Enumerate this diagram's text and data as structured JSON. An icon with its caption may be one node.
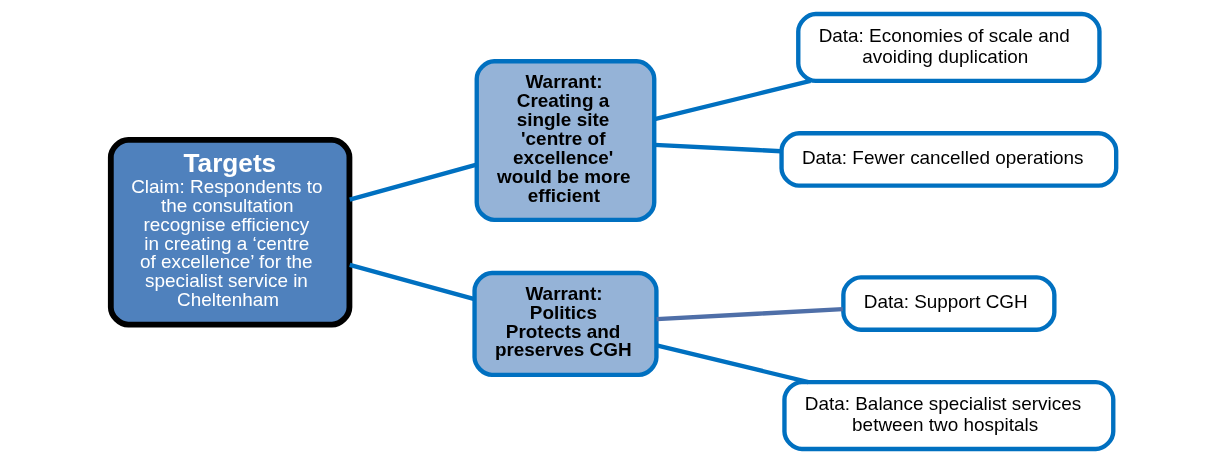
{
  "diagram": {
    "nodes": [
      {
        "text": [
          "Targets",
          "Claim: Respondents to the consultation recognise efficiency in creating a ‘centre of excellence’ for the specialist service in Cheltenham"
        ]
      },
      {
        "text": [
          "Warrant: Creating a single site 'centre of excellence' would be more efficient"
        ]
      },
      {
        "text": [
          "Data: Economies of scale and avoiding duplication"
        ]
      },
      {
        "text": [
          "Data: Fewer cancelled operations"
        ]
      },
      {
        "text": [
          "Warrant: Politics Protects and preserves CGH"
        ]
      },
      {
        "text": [
          "Data: Support CGH"
        ]
      },
      {
        "text": [
          "Data: Balance specialist services between two hospitals"
        ]
      }
    ],
    "edges": [
      {
        "from": 0,
        "to": 1,
        "arrow": "none"
      },
      {
        "from": 0,
        "to": 4,
        "arrow": "none"
      },
      {
        "from": 1,
        "to": 2,
        "arrow": "none"
      },
      {
        "from": 1,
        "to": 3,
        "arrow": "none"
      },
      {
        "from": 4,
        "to": 5,
        "arrow": "none",
        "color": "#4f6fa8"
      },
      {
        "from": 4,
        "to": 6,
        "arrow": "none"
      }
    ]
  }
}
